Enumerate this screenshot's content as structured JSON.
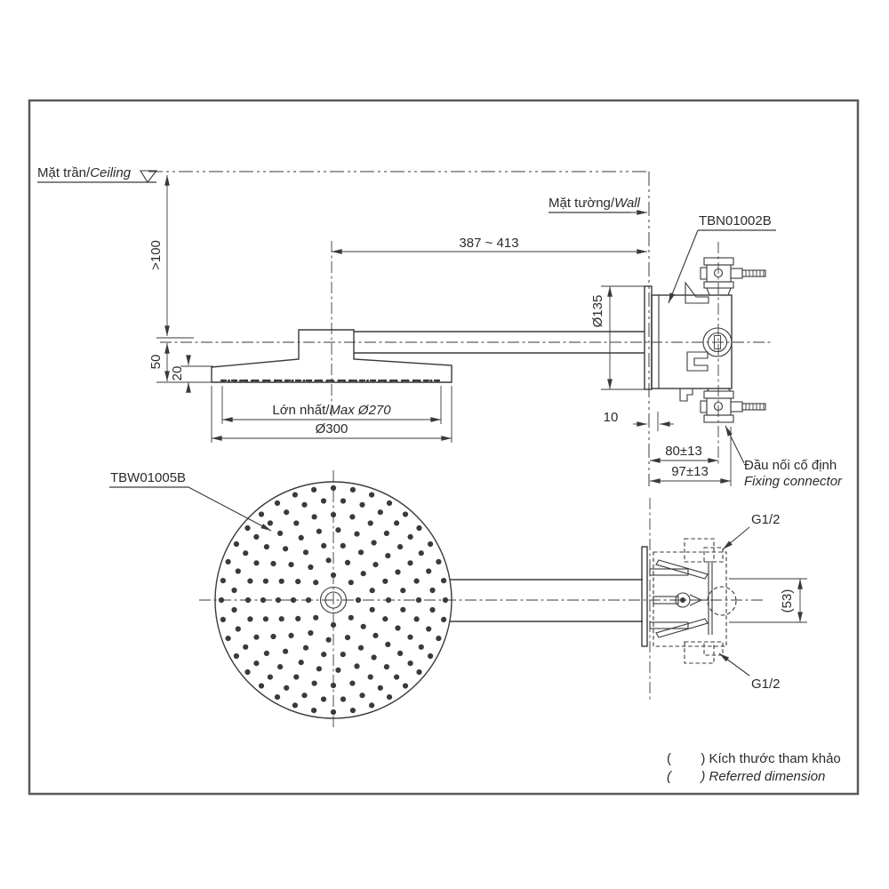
{
  "colors": {
    "line": "#3a3a3a",
    "text": "#2b2b2b",
    "border": "#5a5a5a",
    "background": "#ffffff"
  },
  "labels": {
    "ceiling": {
      "vi": "Mặt trần/",
      "en": "Ceiling"
    },
    "wall": {
      "vi": "Mặt tường/",
      "en": "Wall"
    },
    "part_arm": "TBN01002B",
    "part_head": "TBW01005B",
    "fixing": {
      "vi": "Đầu nối cố định",
      "en": "Fixing connector"
    },
    "thread_top": "G1/2",
    "thread_bottom": "G1/2"
  },
  "dimensions": {
    "reach": "387 ~ 413",
    "ceiling_min": ">100",
    "drop": "50",
    "head_thickness": "20",
    "escutcheon_dia": "Ø135",
    "spray_max": {
      "vi": "Lớn nhất/",
      "en": "Max Ø270"
    },
    "head_dia": "Ø300",
    "wall_offset": "10",
    "depth_a": "80±13",
    "depth_b": "97±13",
    "port_span": "(53)"
  },
  "notes": {
    "vi": "(        ) Kích thước tham khảo",
    "en": "(        ) Referred dimension"
  }
}
